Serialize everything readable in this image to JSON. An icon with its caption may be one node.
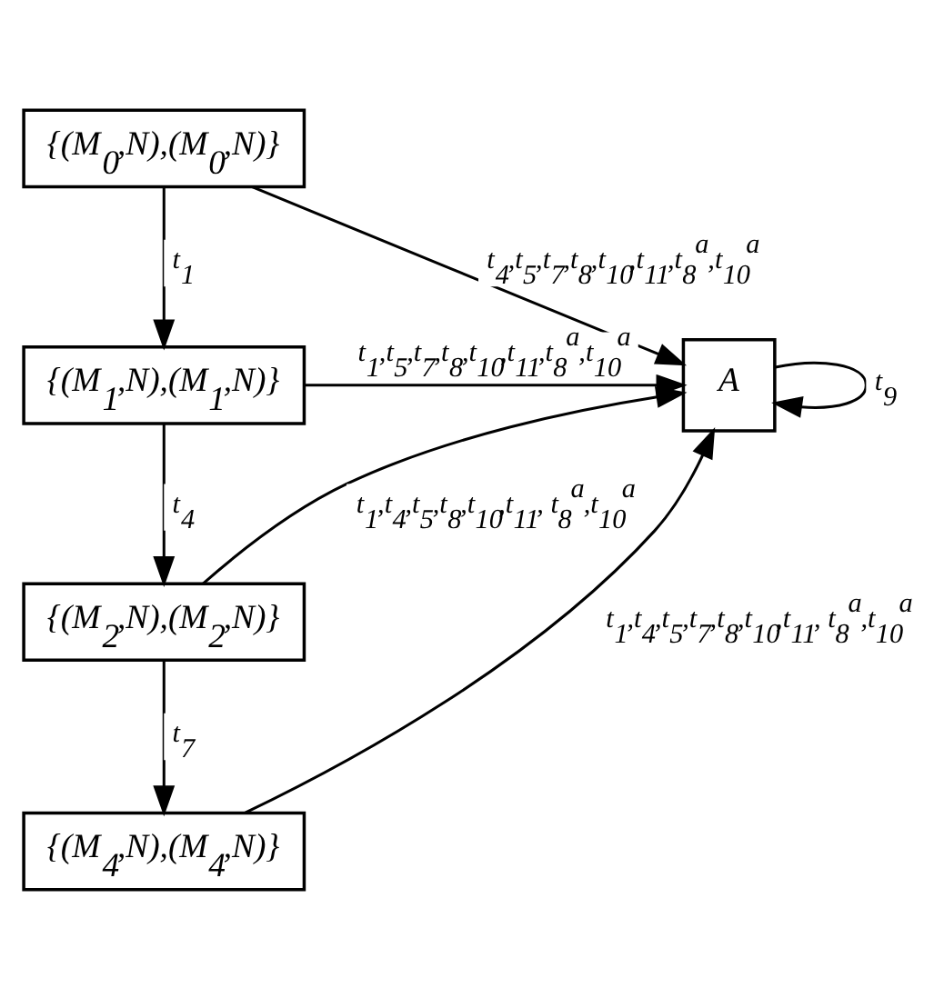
{
  "diagram": {
    "nodes": [
      {
        "text": [
          "{(M$_{0}$,N),(M$_{0}$,N)}"
        ]
      },
      {
        "text": [
          "{(M$_{1}$,N),(M$_{1}$,N)}"
        ]
      },
      {
        "text": [
          "{(M$_{2}$,N),(M$_{2}$,N)}"
        ]
      },
      {
        "text": [
          "{(M$_{4}$,N),(M$_{4}$,N)}"
        ]
      },
      {
        "text": [
          "A"
        ]
      }
    ],
    "edges": [
      {
        "from": 0,
        "to": 1,
        "arrow": "to",
        "label": "t$_{1}$"
      },
      {
        "from": 1,
        "to": 2,
        "arrow": "to",
        "label": "t$_{4}$"
      },
      {
        "from": 2,
        "to": 3,
        "arrow": "to",
        "label": "t$_{7}$"
      },
      {
        "from": 0,
        "to": 4,
        "arrow": "to",
        "label": "t$_{4}$,t$_{5}$,t$_{7}$,t$_{8}$,t$_{10}$,t$_{11}$,t$_{8}$$^{a}$,t$_{10}$$^{a}$"
      },
      {
        "from": 1,
        "to": 4,
        "arrow": "to",
        "label": "t$_{1}$,t$_{5}$,t$_{7}$,t$_{8}$,t$_{10}$,t$_{11}$,t$_{8}$$^{a}$,t$_{10}$$^{a}$"
      },
      {
        "from": 2,
        "to": 4,
        "arrow": "to",
        "label": "t$_{1}$,t$_{4}$,t$_{5}$,t$_{8}$,t$_{10}$,t$_{11}$, t$_{8}$$^{a}$,t$_{10}$$^{a}$"
      },
      {
        "from": 3,
        "to": 4,
        "arrow": "to",
        "label": "t$_{1}$,t$_{4}$,t$_{5}$,t$_{7}$,t$_{8}$,t$_{10}$,t$_{11}$, t$_{8}$$^{a}$,t$_{10}$$^{a}$"
      },
      {
        "from": 4,
        "to": 4,
        "arrow": "to",
        "label": "t$_{9}$"
      }
    ]
  }
}
